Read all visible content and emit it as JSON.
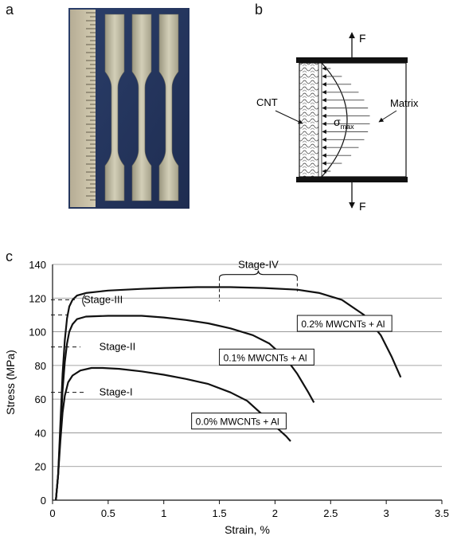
{
  "panels": {
    "a": "a",
    "b": "b",
    "c": "c"
  },
  "schematic": {
    "force_top": "F",
    "force_bottom": "F",
    "cnt_label": "CNT",
    "matrix_label": "Matrix",
    "sigma_symbol": "σ",
    "sigma_subscript": "max"
  },
  "chart_data": {
    "type": "line",
    "xlabel": "Strain, %",
    "ylabel": "Stress (MPa)",
    "xlim": [
      0,
      3.5
    ],
    "ylim": [
      0,
      140
    ],
    "xticks": [
      "0",
      "0.5",
      "1",
      "1.5",
      "2",
      "2.5",
      "3",
      "3.5"
    ],
    "yticks": [
      "0",
      "20",
      "40",
      "60",
      "80",
      "100",
      "120",
      "140"
    ],
    "grid": "horizontal",
    "series": [
      {
        "name": "0.0% MWCNTs + Al",
        "x": [
          0.03,
          0.05,
          0.07,
          0.09,
          0.11,
          0.14,
          0.18,
          0.25,
          0.35,
          0.45,
          0.6,
          0.8,
          1.0,
          1.2,
          1.4,
          1.6,
          1.75,
          1.9,
          2.0,
          2.1,
          2.14
        ],
        "y": [
          0,
          15,
          35,
          52,
          62,
          70,
          74,
          77,
          78.5,
          78.5,
          78,
          76.5,
          74.5,
          72,
          69,
          64,
          59,
          50,
          44,
          38,
          35
        ]
      },
      {
        "name": "0.1% MWCNTs + Al",
        "x": [
          0.03,
          0.05,
          0.07,
          0.09,
          0.11,
          0.13,
          0.15,
          0.18,
          0.22,
          0.3,
          0.5,
          0.8,
          1.0,
          1.2,
          1.4,
          1.6,
          1.8,
          1.95,
          2.1,
          2.2,
          2.3,
          2.35
        ],
        "y": [
          0,
          15,
          40,
          65,
          82,
          93,
          100,
          104.5,
          107.5,
          109,
          109.5,
          109.5,
          108.5,
          107,
          105,
          102,
          98,
          93,
          84,
          75,
          64,
          58
        ]
      },
      {
        "name": "0.2% MWCNTs + Al",
        "x": [
          0.03,
          0.05,
          0.07,
          0.09,
          0.11,
          0.13,
          0.15,
          0.18,
          0.22,
          0.3,
          0.5,
          0.8,
          1.0,
          1.3,
          1.6,
          1.9,
          2.2,
          2.4,
          2.6,
          2.8,
          2.95,
          3.05,
          3.13
        ],
        "y": [
          0,
          15,
          45,
          75,
          95,
          108,
          115,
          119,
          121.5,
          123,
          124.5,
          125.5,
          126,
          126.5,
          126.5,
          126,
          125,
          123,
          119,
          110,
          98,
          85,
          73
        ]
      }
    ],
    "annotations": {
      "stage_iv": "Stage-IV",
      "stage_iii": "Stage-III",
      "stage_ii": "Stage-II",
      "stage_i": "Stage-I",
      "stage_iv_x": [
        1.5,
        2.2
      ],
      "stage_iii_y": 118.5,
      "stage_ii_y": 91,
      "stage_i_y": 64,
      "dash_y_0_2": 119,
      "dash_y_0_1": 110
    }
  }
}
